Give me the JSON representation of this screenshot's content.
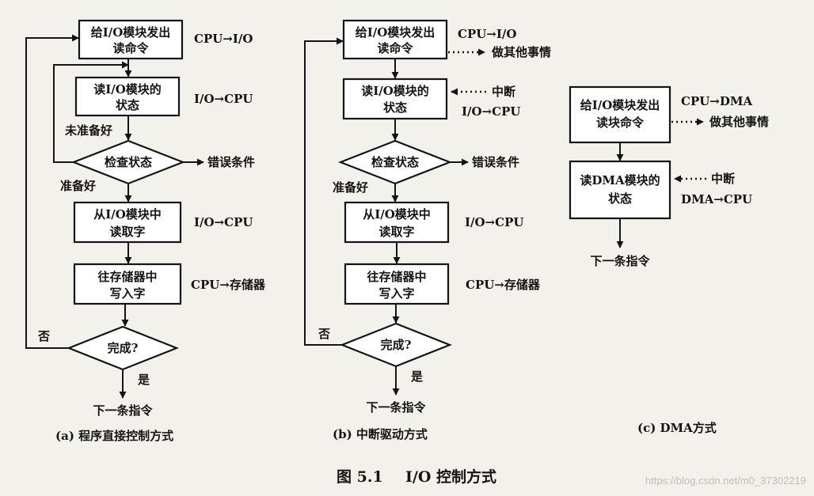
{
  "figure": {
    "number": "图 5.1",
    "title": "I/O 控制方式"
  },
  "panel_a": {
    "caption": "(a) 程序直接控制方式",
    "box_issue_read": [
      "给I/O模块发出",
      "读命令"
    ],
    "ann_issue": "CPU→I/O",
    "box_read_status": [
      "读I/O模块的",
      "状态"
    ],
    "ann_status": "I/O→CPU",
    "not_ready": "未准备好",
    "check_status": "检查状态",
    "error_condition": "错误条件",
    "ready": "准备好",
    "box_read_word": [
      "从I/O模块中",
      "读取字"
    ],
    "ann_word": "I/O→CPU",
    "box_write_mem": [
      "往存储器中",
      "写入字"
    ],
    "ann_mem": "CPU→存储器",
    "no": "否",
    "done": "完成?",
    "yes": "是",
    "next": "下一条指令"
  },
  "panel_b": {
    "caption": "(b) 中断驱动方式",
    "box_issue_read": [
      "给I/O模块发出",
      "读命令"
    ],
    "ann_issue": "CPU→I/O",
    "do_other": "做其他事情",
    "box_read_status": [
      "读I/O模块的",
      "状态"
    ],
    "interrupt": "中断",
    "ann_status": "I/O→CPU",
    "check_status": "检查状态",
    "error_condition": "错误条件",
    "ready": "准备好",
    "box_read_word": [
      "从I/O模块中",
      "读取字"
    ],
    "ann_word": "I/O→CPU",
    "box_write_mem": [
      "往存储器中",
      "写入字"
    ],
    "ann_mem": "CPU→存储器",
    "no": "否",
    "done": "完成?",
    "yes": "是",
    "next": "下一条指令"
  },
  "panel_c": {
    "caption": "(c) DMA方式",
    "box_issue_block": [
      "给I/O模块发出",
      "读块命令"
    ],
    "ann_issue": "CPU→DMA",
    "do_other": "做其他事情",
    "box_read_status": [
      "读DMA模块的",
      "状态"
    ],
    "interrupt": "中断",
    "ann_status": "DMA→CPU",
    "next": "下一条指令"
  },
  "watermark": "https://blog.csdn.net/m0_37302219"
}
